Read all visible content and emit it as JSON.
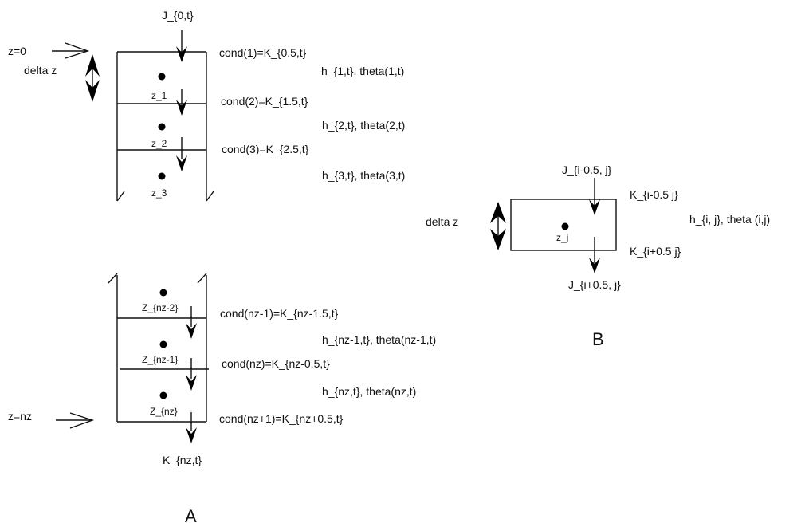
{
  "diagram": {
    "panel_a": {
      "caption": "A",
      "top_flux": "J_{0,t}",
      "bottom_flux": "K_{nz,t}",
      "z_top_label": "z=0",
      "z_bottom_label": "z=nz",
      "delta_label": "delta z",
      "nodes_top": [
        "z_1",
        "z_2",
        "z_3"
      ],
      "nodes_bottom": [
        "Z_{nz-2}",
        "Z_{nz-1}",
        "Z_{nz}"
      ],
      "conds_top": [
        "cond(1)=K_{0.5,t}",
        "cond(2)=K_{1.5,t}",
        "cond(3)=K_{2.5,t}"
      ],
      "states_top": [
        "h_{1,t}, theta(1,t)",
        "h_{2,t}, theta(2,t)",
        "h_{3,t}, theta(3,t)"
      ],
      "conds_bottom": [
        "cond(nz-1)=K_{nz-1.5,t}",
        "cond(nz)=K_{nz-0.5,t}",
        "cond(nz+1)=K_{nz+0.5,t}"
      ],
      "states_bottom": [
        "h_{nz-1,t}, theta(nz-1,t)",
        "h_{nz,t}, theta(nz,t)"
      ]
    },
    "panel_b": {
      "caption": "B",
      "delta_label": "delta z",
      "node": "z_j",
      "flux_in": "J_{i-0.5, j}",
      "flux_out": "J_{i+0.5, j}",
      "cond_top": "K_{i-0.5 j}",
      "cond_bottom": "K_{i+0.5 j}",
      "state": "h_{i, j}, theta (i,j)"
    }
  }
}
